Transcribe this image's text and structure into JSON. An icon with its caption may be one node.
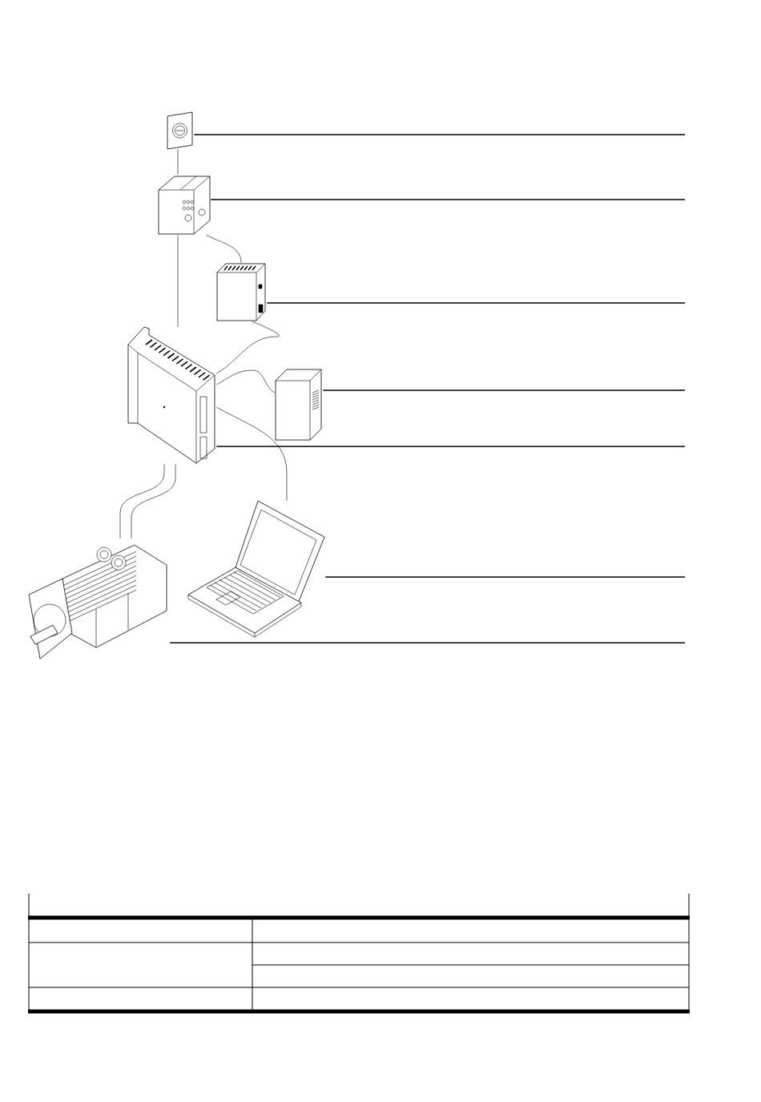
{
  "diagram": {
    "nodes": [
      {
        "text": [],
        "shape": "picture"
      },
      {
        "text": [],
        "shape": "picture"
      },
      {
        "text": [],
        "shape": "picture"
      },
      {
        "text": [],
        "shape": "picture"
      },
      {
        "text": [],
        "shape": "picture"
      },
      {
        "text": [],
        "shape": "picture"
      },
      {
        "text": [],
        "shape": "picture"
      }
    ],
    "edges": [
      {
        "from": 0,
        "to": 1,
        "arrow": "none"
      },
      {
        "from": 1,
        "to": 3,
        "arrow": "none"
      },
      {
        "from": 1,
        "to": 2,
        "arrow": "none"
      },
      {
        "from": 2,
        "to": 3,
        "arrow": "none"
      },
      {
        "from": 3,
        "to": 4,
        "arrow": "none"
      },
      {
        "from": 3,
        "to": 5,
        "arrow": "none"
      },
      {
        "from": 3,
        "to": 6,
        "arrow": "none"
      },
      {
        "from": 3,
        "to": 6,
        "arrow": "none"
      },
      {
        "from": null,
        "to": 0,
        "arrow": "none"
      },
      {
        "from": null,
        "to": 1,
        "arrow": "none"
      },
      {
        "from": null,
        "to": 2,
        "arrow": "none"
      },
      {
        "from": null,
        "to": 4,
        "arrow": "none"
      },
      {
        "from": null,
        "to": 3,
        "arrow": "none"
      },
      {
        "from": null,
        "to": 5,
        "arrow": "none"
      },
      {
        "from": null,
        "to": 6,
        "arrow": "none"
      }
    ]
  }
}
